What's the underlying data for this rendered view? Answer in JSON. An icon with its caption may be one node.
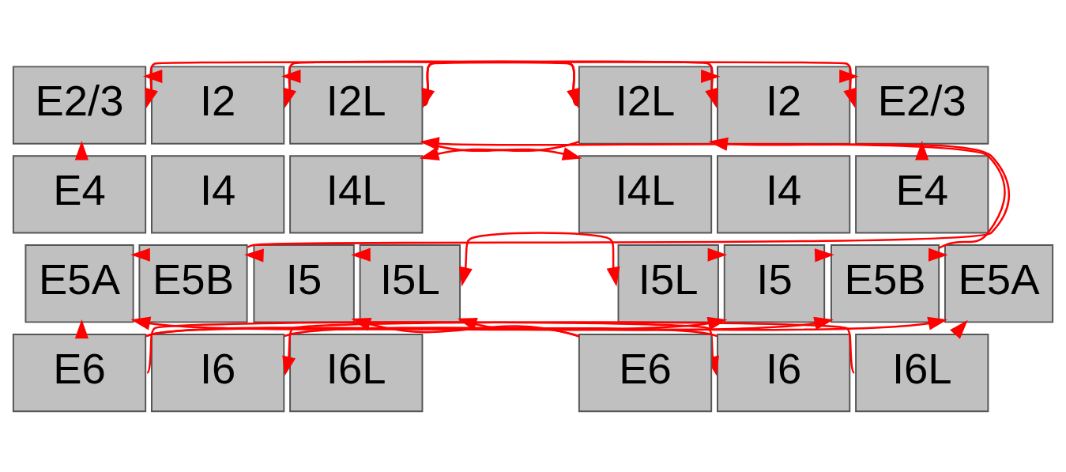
{
  "diagram": {
    "nodes": [
      {
        "text": [
          "E2/3"
        ]
      },
      {
        "text": [
          "I2"
        ]
      },
      {
        "text": [
          "I2L"
        ]
      },
      {
        "text": [
          "E4"
        ]
      },
      {
        "text": [
          "I4"
        ]
      },
      {
        "text": [
          "I4L"
        ]
      },
      {
        "text": [
          "E5A"
        ]
      },
      {
        "text": [
          "E5B"
        ]
      },
      {
        "text": [
          "I5"
        ]
      },
      {
        "text": [
          "I5L"
        ]
      },
      {
        "text": [
          "E6"
        ]
      },
      {
        "text": [
          "I6"
        ]
      },
      {
        "text": [
          "I6L"
        ]
      },
      {
        "text": [
          "I2L"
        ]
      },
      {
        "text": [
          "I2"
        ]
      },
      {
        "text": [
          "E2/3"
        ]
      },
      {
        "text": [
          "I4L"
        ]
      },
      {
        "text": [
          "I4"
        ]
      },
      {
        "text": [
          "E4"
        ]
      },
      {
        "text": [
          "I5L"
        ]
      },
      {
        "text": [
          "I5"
        ]
      },
      {
        "text": [
          "E5B"
        ]
      },
      {
        "text": [
          "E5A"
        ]
      },
      {
        "text": [
          "E6"
        ]
      },
      {
        "text": [
          "I6"
        ]
      },
      {
        "text": [
          "I6L"
        ]
      }
    ],
    "edges": [
      {
        "from": 2,
        "to": 13,
        "arrow": "both"
      },
      {
        "from": 9,
        "to": 19,
        "arrow": "both"
      },
      {
        "from": 2,
        "to": 1,
        "arrow": "to"
      },
      {
        "from": 1,
        "to": 0,
        "arrow": "to"
      },
      {
        "from": 13,
        "to": 14,
        "arrow": "to"
      },
      {
        "from": 14,
        "to": 15,
        "arrow": "to"
      },
      {
        "from": 9,
        "to": 8,
        "arrow": "to"
      },
      {
        "from": 8,
        "to": 7,
        "arrow": "to"
      },
      {
        "from": 7,
        "to": 6,
        "arrow": "to"
      },
      {
        "from": 19,
        "to": 20,
        "arrow": "to"
      },
      {
        "from": 20,
        "to": 21,
        "arrow": "to"
      },
      {
        "from": 21,
        "to": 22,
        "arrow": "to"
      },
      {
        "from": 3,
        "to": 0,
        "arrow": "to"
      },
      {
        "from": 18,
        "to": 15,
        "arrow": "to"
      },
      {
        "from": 13,
        "to": 0,
        "arrow": "to"
      },
      {
        "from": 13,
        "to": 1,
        "arrow": "to"
      },
      {
        "from": 2,
        "to": 15,
        "arrow": "to"
      },
      {
        "from": 2,
        "to": 14,
        "arrow": "to"
      },
      {
        "from": 13,
        "to": 5,
        "arrow": "to"
      },
      {
        "from": 2,
        "to": 16,
        "arrow": "to"
      },
      {
        "from": 7,
        "to": 13,
        "arrow": "to"
      },
      {
        "from": 21,
        "to": 2,
        "arrow": "to"
      },
      {
        "from": 10,
        "to": 6,
        "arrow": "to"
      },
      {
        "from": 25,
        "to": 22,
        "arrow": "to"
      },
      {
        "from": 23,
        "to": 8,
        "arrow": "to"
      },
      {
        "from": 23,
        "to": 9,
        "arrow": "to"
      },
      {
        "from": 10,
        "to": 20,
        "arrow": "to"
      },
      {
        "from": 10,
        "to": 21,
        "arrow": "to"
      },
      {
        "from": 25,
        "to": 11,
        "arrow": "to"
      },
      {
        "from": 10,
        "to": 24,
        "arrow": "to"
      },
      {
        "from": 11,
        "to": 22,
        "arrow": "to"
      },
      {
        "from": 24,
        "to": 6,
        "arrow": "to"
      }
    ]
  }
}
